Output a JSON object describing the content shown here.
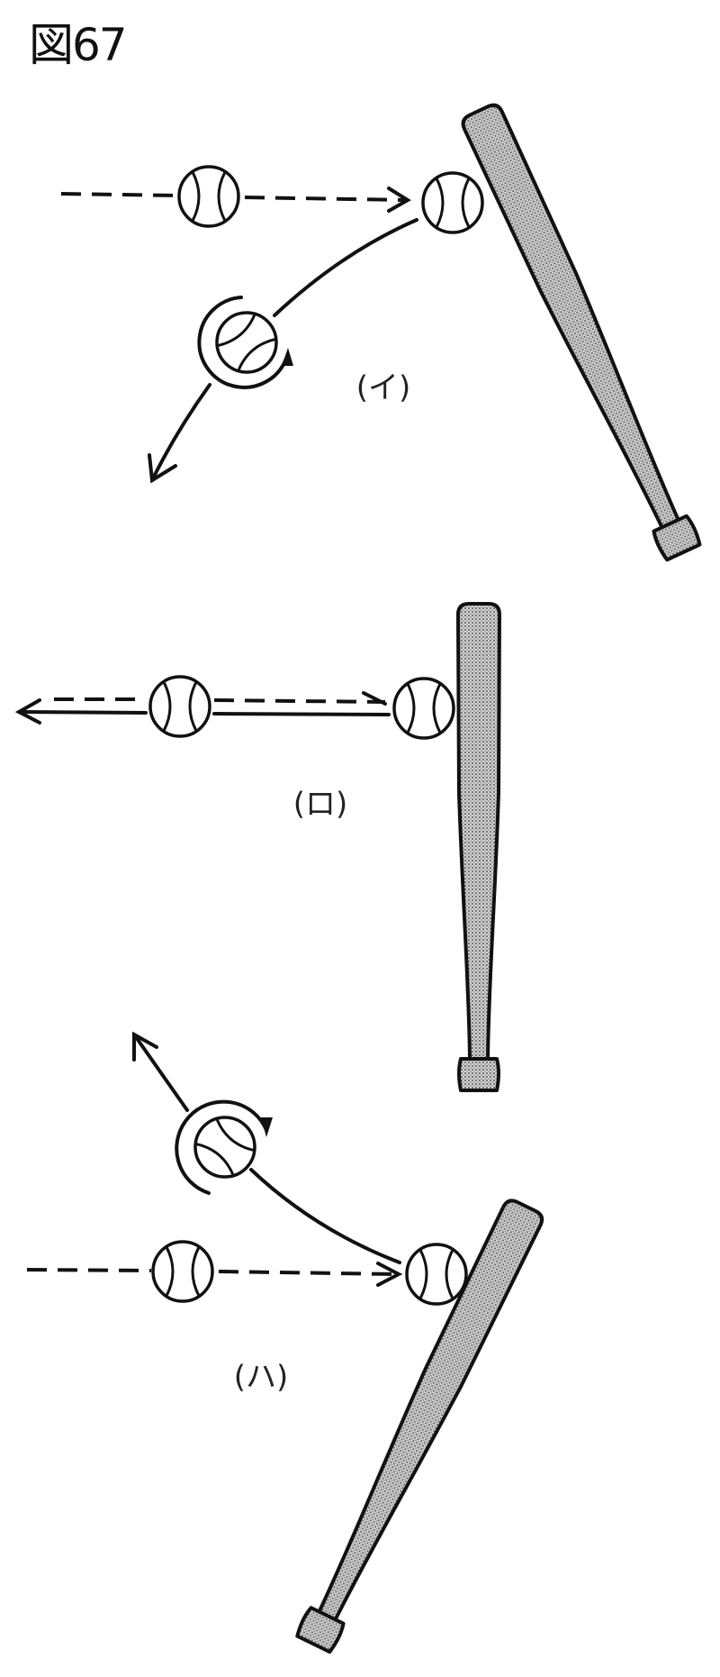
{
  "figure": {
    "title": "図67",
    "colors": {
      "ink": "#111111",
      "bat_fill": "#b8b8b8"
    },
    "panels": [
      {
        "label": "(イ)",
        "description_icon": "ball-hit-top-spin-down"
      },
      {
        "label": "(ロ)",
        "description_icon": "ball-hit-straight-back"
      },
      {
        "label": "(ハ)",
        "description_icon": "ball-hit-back-spin-up"
      }
    ]
  }
}
